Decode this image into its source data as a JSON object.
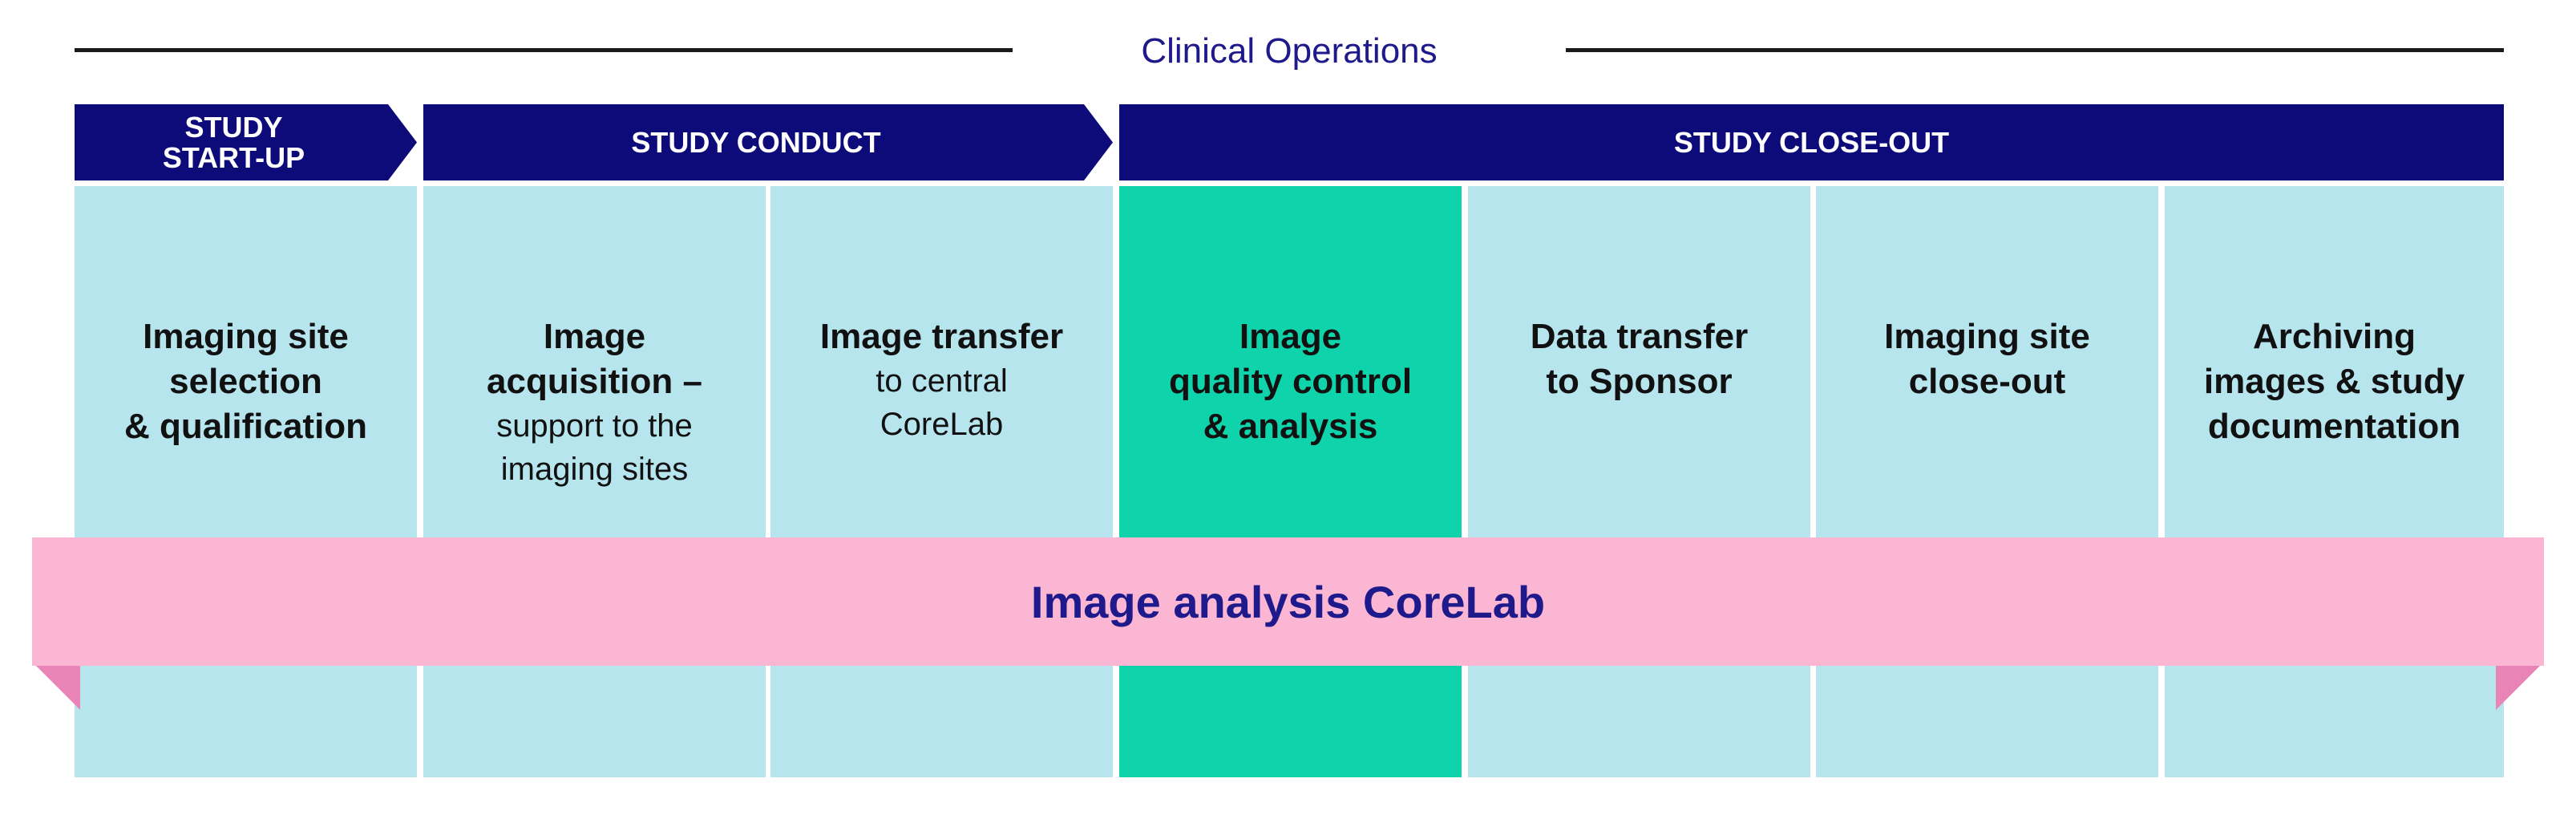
{
  "header": {
    "title": "Clinical Operations"
  },
  "phases": [
    {
      "label": "STUDY\nSTART-UP"
    },
    {
      "label": "STUDY CONDUCT"
    },
    {
      "label": "STUDY CLOSE-OUT"
    }
  ],
  "columns": [
    {
      "bold": "Imaging site\nselection\n& qualification",
      "regular": ""
    },
    {
      "bold": "Image\nacquisition –",
      "regular": "support to the\nimaging sites"
    },
    {
      "bold": "Image transfer",
      "regular": "to central\nCoreLab"
    },
    {
      "bold": "Image\nquality control\n& analysis",
      "regular": ""
    },
    {
      "bold": "Data transfer\nto Sponsor",
      "regular": ""
    },
    {
      "bold": "Imaging site\nclose-out",
      "regular": ""
    },
    {
      "bold": "Archiving\nimages & study\ndocumentation",
      "regular": ""
    }
  ],
  "band": {
    "label": "Image analysis CoreLab"
  },
  "colors": {
    "phase_bg": "#0d0a7a",
    "column_bg": "#b7e5ee",
    "highlight_bg": "#0fd4ab",
    "band_bg": "#fbb6d3",
    "band_text": "#1f1a8c"
  }
}
